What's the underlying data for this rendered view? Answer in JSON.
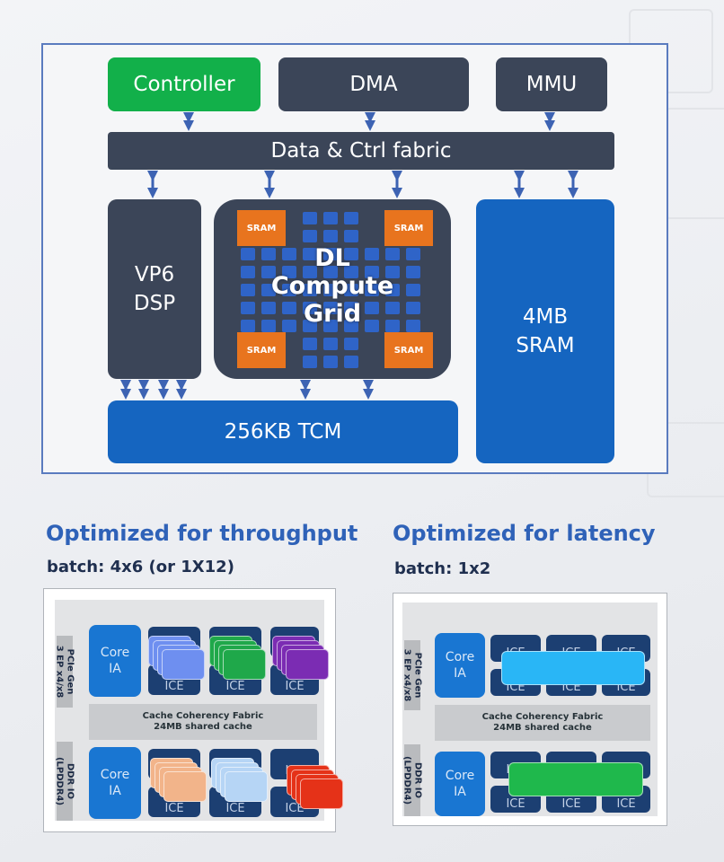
{
  "top": {
    "controller": "Controller",
    "dma": "DMA",
    "mmu": "MMU",
    "fabric": "Data & Ctrl fabric",
    "dsp_line1": "VP6",
    "dsp_line2": "DSP",
    "grid": {
      "line1": "DL",
      "line2": "Compute",
      "line3": "Grid",
      "sram": "SRAM"
    },
    "sram4mb_line1": "4MB",
    "sram4mb_line2": "SRAM",
    "tcm": "256KB TCM",
    "colors": {
      "controller": "#12b04a",
      "dark_block": "#3b4558",
      "blue_block": "#1565c0",
      "sram_tag": "#e8741e",
      "border": "#5a7bbf"
    }
  },
  "throughput": {
    "heading": "Optimized for throughput",
    "batch": "batch: 4x6 (or 1X12)",
    "chip": {
      "pcie": "PCIe Gen\n3 EP x4/x8",
      "ddr": "DDR IO\n(LPDDR4)",
      "core_line1": "Core",
      "core_line2": "IA",
      "ice": "ICE",
      "ccf_line1": "Cache Coherency Fabric",
      "ccf_line2": "24MB shared cache"
    },
    "batch_colors": [
      "#6e8ff0",
      "#1fa84a",
      "#7b2cb3",
      "#f2b48a",
      "#b6d5f5",
      "#e53218"
    ]
  },
  "latency": {
    "heading": "Optimized for latency",
    "batch": "batch: 1x2",
    "chip": {
      "pcie": "PCIe Gen\n3 EP x4/x8",
      "ddr": "DDR IO\n(LPDDR4)",
      "core_line1": "Core",
      "core_line2": "IA",
      "ice": "ICE",
      "ccf_line1": "Cache Coherency Fabric",
      "ccf_line2": "24MB shared cache"
    },
    "batch_colors": [
      "#29b6f6",
      "#1fb84c"
    ]
  }
}
